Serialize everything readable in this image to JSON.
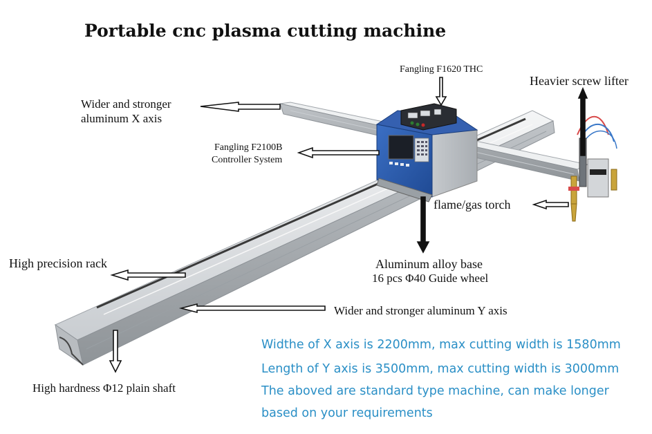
{
  "title": "Portable cnc plasma cutting machine",
  "labels": {
    "x_axis_line1": "Wider and stronger",
    "x_axis_line2": "aluminum X axis",
    "thc": "Fangling F1620 THC",
    "screw_lifter": "Heavier screw lifter",
    "controller_line1": "Fangling F2100B",
    "controller_line2": "Controller System",
    "torch": "flame/gas torch",
    "rack": "High precision rack",
    "base_line1": "Aluminum alloy base",
    "base_line2": "16 pcs Φ40  Guide wheel",
    "y_axis": "Wider and stronger aluminum Y axis",
    "shaft": "High hardness Φ12 plain shaft"
  },
  "notes": [
    "Widthe of X axis is 2200mm, max cutting width is 1580mm",
    "Length of Y axis is 3500mm, max cutting width is 3000mm",
    "The aboved are standard type machine, can make longer",
    "based on your requirements"
  ],
  "colors": {
    "note_text": "#2a8fc6",
    "rail": "#d6d9dc",
    "controller_body": "#2a5aa8",
    "label_text": "#111111"
  }
}
